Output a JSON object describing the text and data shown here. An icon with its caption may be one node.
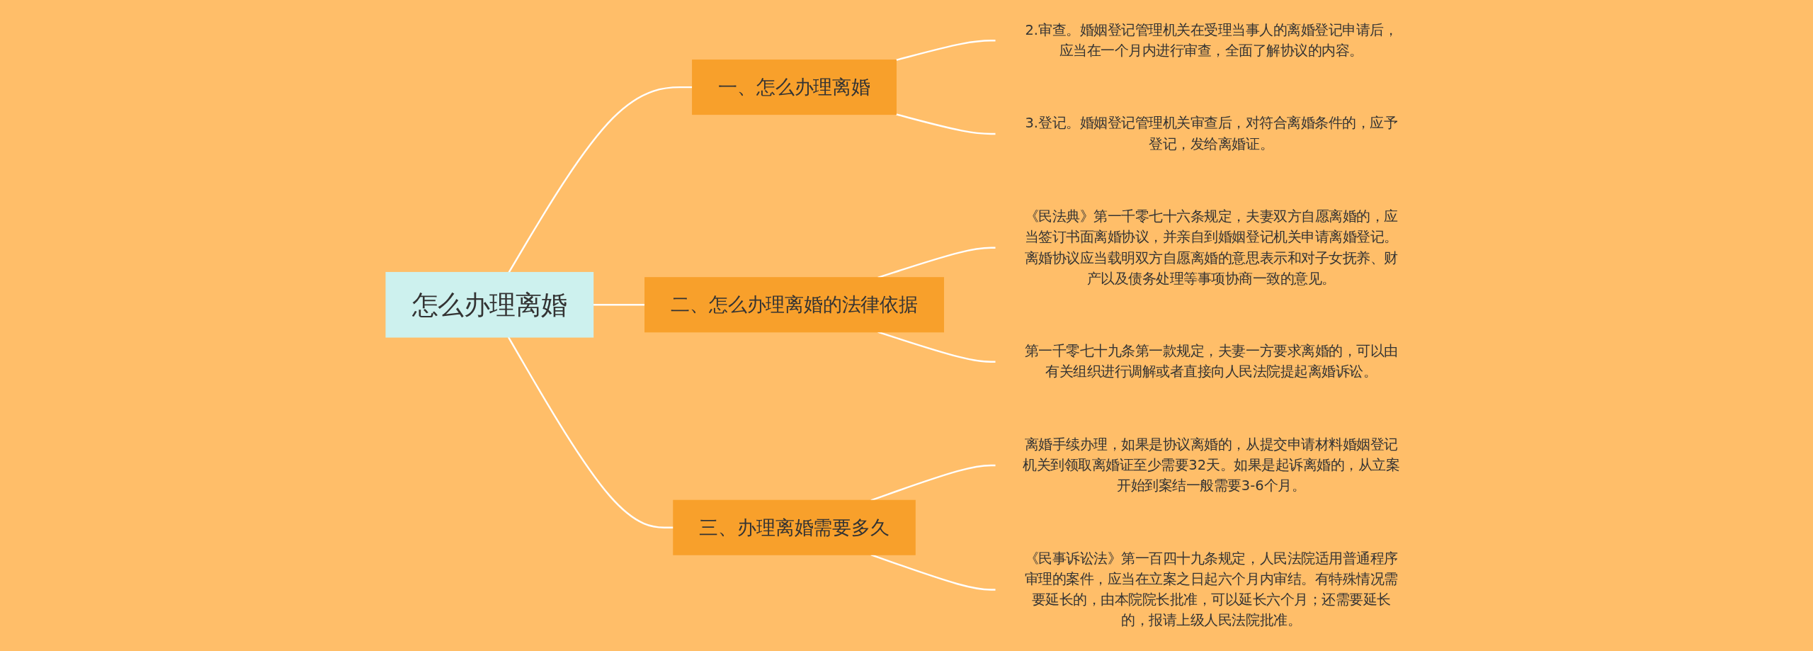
{
  "diagram": {
    "nodes": [
      {
        "text": [
          "怎么办理离婚"
        ]
      },
      {
        "text": [
          "一、怎么办理离婚"
        ]
      },
      {
        "text": [
          "2.审查。婚姻登记管理机关在受理当事人的离婚登记申请后，应当在一个月内进行审查，全面了解协议的内容。"
        ]
      },
      {
        "text": [
          "3.登记。婚姻登记管理机关审查后，对符合离婚条件的，应予登记，发给离婚证。"
        ]
      },
      {
        "text": [
          "二、怎么办理离婚的法律依据"
        ]
      },
      {
        "text": [
          "《民法典》第一千零七十六条规定，夫妻双方自愿离婚的，应当签订书面离婚协议，并亲自到婚姻登记机关申请离婚登记。离婚协议应当载明双方自愿离婚的意思表示和对子女抚养、财产以及债务处理等事项协商一致的意见。"
        ]
      },
      {
        "text": [
          "第一千零七十九条第一款规定，夫妻一方要求离婚的，可以由有关组织进行调解或者直接向人民法院提起离婚诉讼。"
        ]
      },
      {
        "text": [
          "三、办理离婚需要多久"
        ]
      },
      {
        "text": [
          "离婚手续办理，如果是协议离婚的，从提交申请材料婚姻登记机关到领取离婚证至少需要32天。如果是起诉离婚的，从立案开始到案结一般需要3-6个月。"
        ]
      },
      {
        "text": [
          "《民事诉讼法》第一百四十九条规定，人民法院适用普通程序审理的案件，应当在立案之日起六个月内审结。有特殊情况需要延长的，由本院院长批准，可以延长六个月；还需要延长的，报请上级人民法院批准。"
        ]
      }
    ],
    "edges": [
      {
        "from": 0,
        "to": 1,
        "arrow": "none"
      },
      {
        "from": 1,
        "to": 2,
        "arrow": "none"
      },
      {
        "from": 1,
        "to": 3,
        "arrow": "none"
      },
      {
        "from": 0,
        "to": 4,
        "arrow": "none"
      },
      {
        "from": 4,
        "to": 5,
        "arrow": "none"
      },
      {
        "from": 4,
        "to": 6,
        "arrow": "none"
      },
      {
        "from": 0,
        "to": 7,
        "arrow": "none"
      },
      {
        "from": 7,
        "to": 8,
        "arrow": "none"
      },
      {
        "from": 7,
        "to": 9,
        "arrow": "none"
      }
    ]
  }
}
